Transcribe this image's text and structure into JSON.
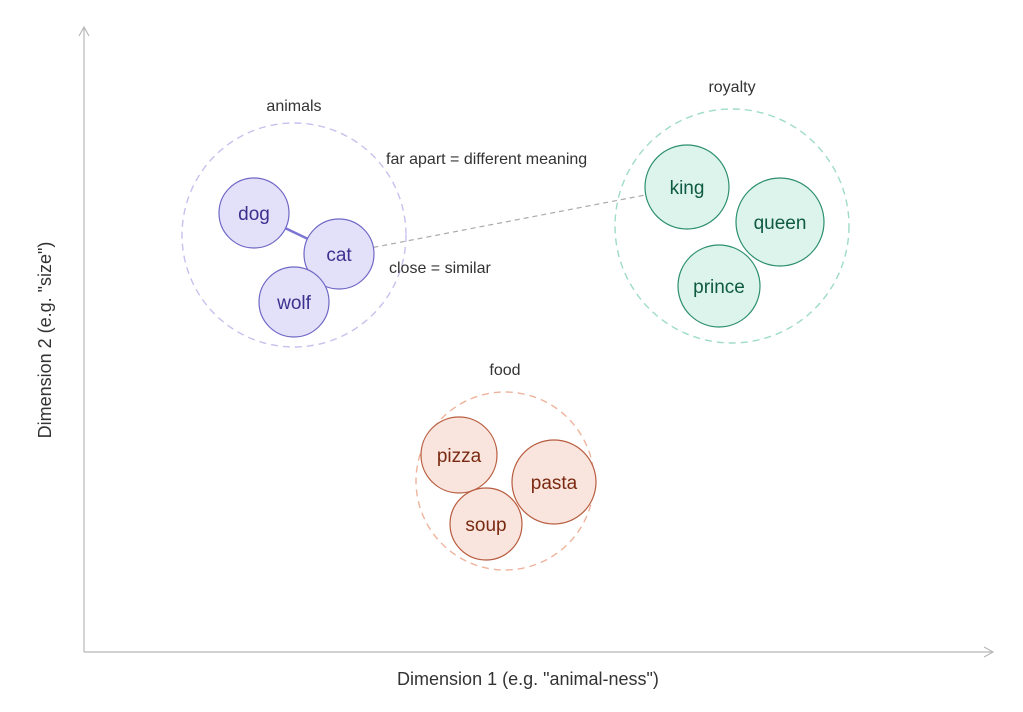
{
  "axes": {
    "x_label": "Dimension 1 (e.g. \"animal-ness\")",
    "y_label": "Dimension 2 (e.g. \"size\")"
  },
  "groups": [
    {
      "id": "animals",
      "label": "animals",
      "boundary_color": "#c5c2ee",
      "node_fill": "#e3e1f9",
      "node_stroke": "#6f68c6",
      "text_color": "#3b318f",
      "words": [
        "dog",
        "cat",
        "wolf"
      ]
    },
    {
      "id": "royalty",
      "label": "royalty",
      "boundary_color": "#9fdcc6",
      "node_fill": "#dcf4eb",
      "node_stroke": "#2d8f6f",
      "text_color": "#0e5a43",
      "words": [
        "king",
        "queen",
        "prince"
      ]
    },
    {
      "id": "food",
      "label": "food",
      "boundary_color": "#eeb49c",
      "node_fill": "#f9e5dd",
      "node_stroke": "#b85c3f",
      "text_color": "#7a2a12",
      "words": [
        "pizza",
        "pasta",
        "soup"
      ]
    }
  ],
  "annotations": {
    "far_apart": "far apart = different meaning",
    "close": "close = similar"
  },
  "links": {
    "similar": {
      "from": "dog",
      "to": "cat",
      "color": "#7d75d4"
    },
    "different": {
      "from": "cat",
      "to": "king"
    }
  }
}
